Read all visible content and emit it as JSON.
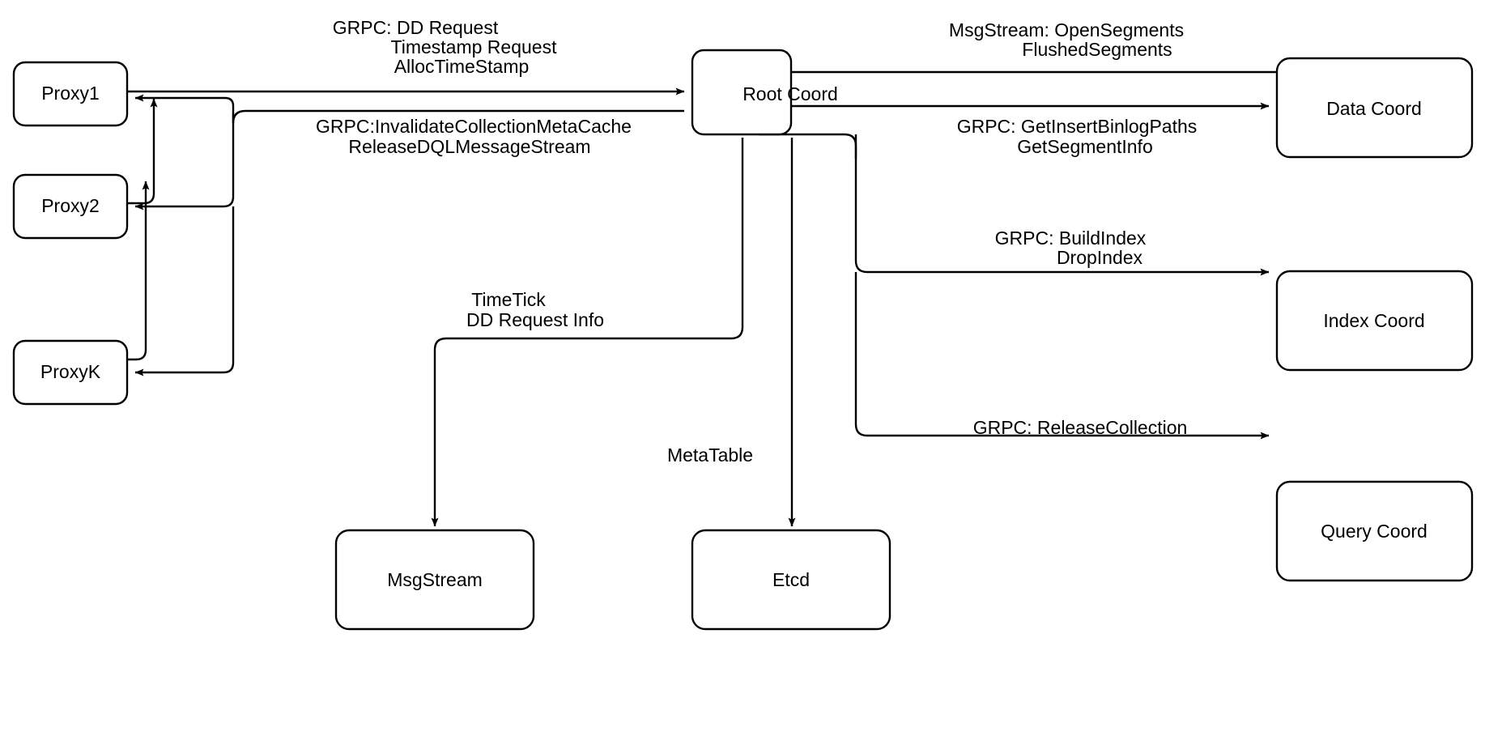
{
  "diagram": {
    "title": "Root Coord interaction diagram",
    "background_color": "#ffffff",
    "stroke_color": "#000000",
    "nodes": [
      {
        "id": "proxy1",
        "label": "Proxy1"
      },
      {
        "id": "proxy2",
        "label": "Proxy2"
      },
      {
        "id": "proxyk",
        "label": "ProxyK"
      },
      {
        "id": "rootcoord",
        "label": "Root Coord"
      },
      {
        "id": "datacoord",
        "label": "Data Coord"
      },
      {
        "id": "indexcoord",
        "label": "Index Coord"
      },
      {
        "id": "querycoord",
        "label": "Query Coord"
      },
      {
        "id": "msgstream",
        "label": "MsgStream"
      },
      {
        "id": "etcd",
        "label": "Etcd"
      }
    ],
    "edge_labels": {
      "proxy_to_root": {
        "lines": [
          "GRPC: DD Request",
          "Timestamp Request",
          "AllocTimeStamp"
        ]
      },
      "root_to_proxy": {
        "lines": [
          "GRPC:InvalidateCollectionMetaCache",
          "ReleaseDQLMessageStream"
        ]
      },
      "data_to_root": {
        "lines": [
          "MsgStream: OpenSegments",
          "FlushedSegments"
        ]
      },
      "root_to_data": {
        "lines": [
          "GRPC: GetInsertBinlogPaths",
          "GetSegmentInfo"
        ]
      },
      "root_to_index": {
        "lines": [
          "GRPC: BuildIndex",
          "DropIndex"
        ]
      },
      "root_to_query": {
        "lines": [
          "GRPC: ReleaseCollection"
        ]
      },
      "root_to_msgstream": {
        "lines": [
          "TimeTick",
          "DD Request Info"
        ]
      },
      "root_to_etcd": {
        "lines": [
          "MetaTable"
        ]
      }
    }
  }
}
